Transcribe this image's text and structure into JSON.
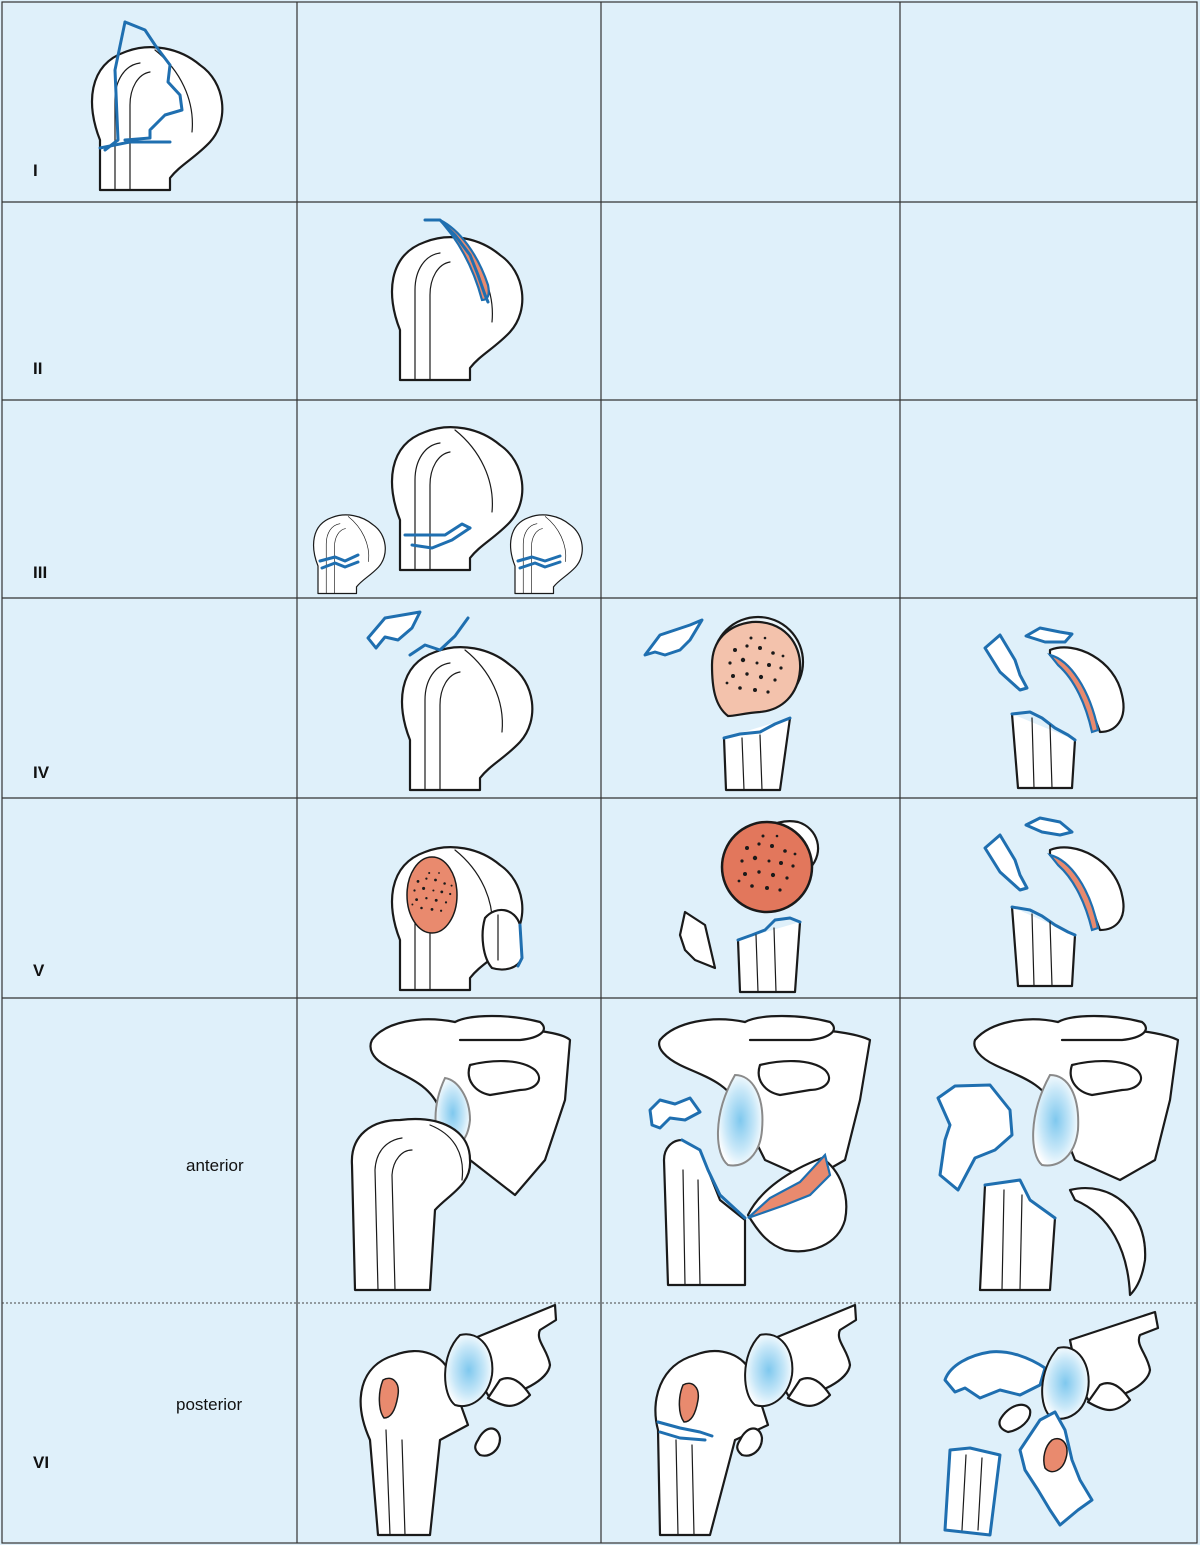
{
  "rows": {
    "row1": {
      "label": "I"
    },
    "row2": {
      "label": "II"
    },
    "row3": {
      "label": "III"
    },
    "row4": {
      "label": "IV"
    },
    "row5": {
      "label": "V"
    },
    "row6": {
      "label": "VI"
    }
  },
  "views": {
    "anterior": "anterior",
    "posterior": "posterior"
  },
  "colors": {
    "cell_background": "#dff0fa",
    "fracture_line": "#1f6fb0",
    "exposed_bone": "#e98a6e",
    "cancellous_light": "#f3c2ac",
    "cartilage_highlight": "#7fc8ee",
    "outline": "#1a1a1a"
  }
}
